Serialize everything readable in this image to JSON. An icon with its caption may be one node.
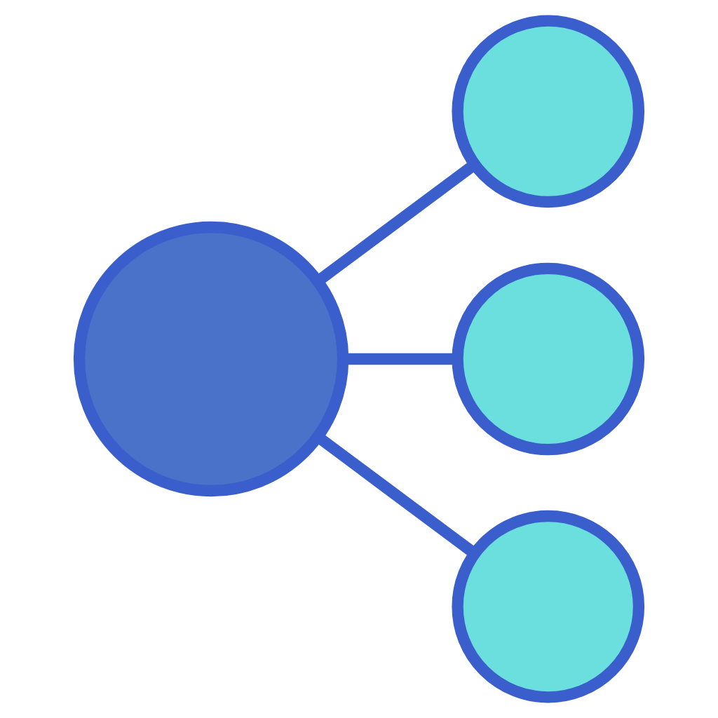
{
  "diagram": {
    "nodes": [
      {
        "text": [],
        "shape": "circle"
      },
      {
        "text": [],
        "shape": "circle"
      },
      {
        "text": [],
        "shape": "circle"
      },
      {
        "text": [],
        "shape": "circle"
      }
    ],
    "edges": [
      {
        "from": 0,
        "to": 1,
        "arrow": "none"
      },
      {
        "from": 0,
        "to": 2,
        "arrow": "none"
      },
      {
        "from": 0,
        "to": 3,
        "arrow": "none"
      }
    ]
  }
}
